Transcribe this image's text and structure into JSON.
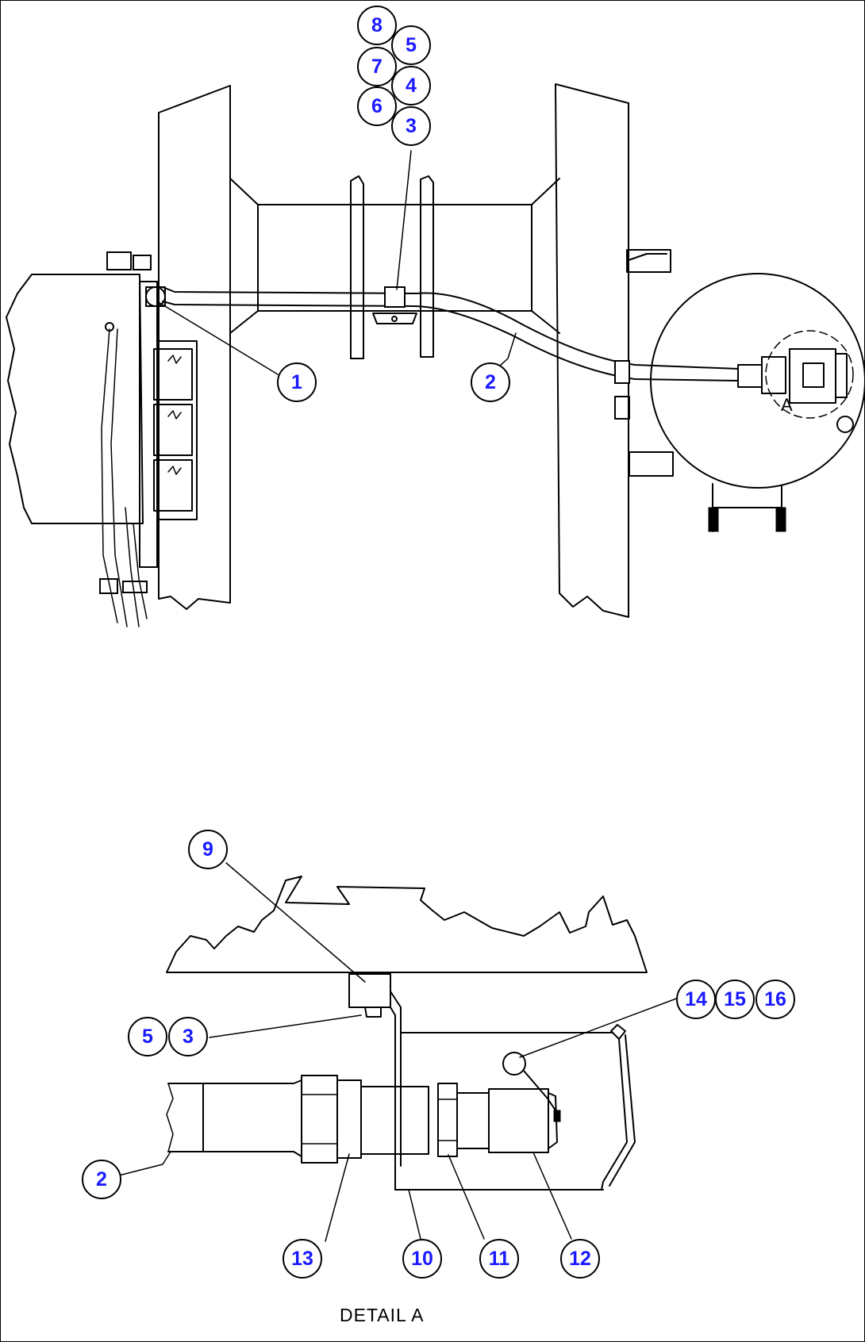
{
  "callouts": {
    "c1": "1",
    "c2": "2",
    "c3": "3",
    "c4": "4",
    "c5": "5",
    "c6": "6",
    "c7": "7",
    "c8": "8",
    "c9": "9",
    "c10": "10",
    "c11": "11",
    "c12": "12",
    "c13": "13",
    "c14": "14",
    "c15": "15",
    "c16": "16"
  },
  "detail_marker": "A",
  "detail_caption": "DETAIL A"
}
